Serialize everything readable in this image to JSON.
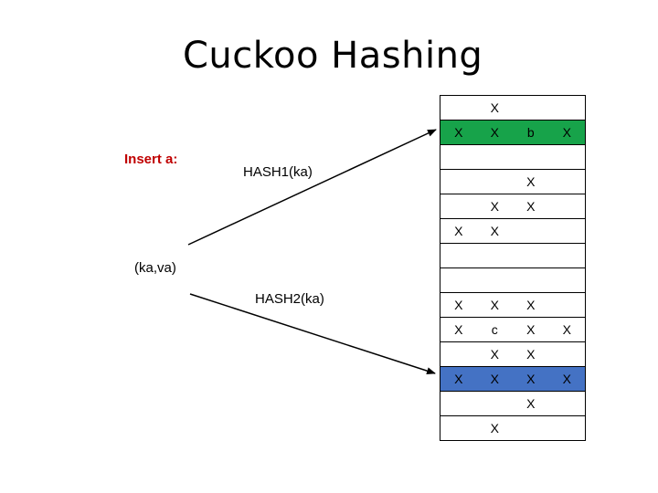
{
  "title": "Cuckoo Hashing",
  "insert_label": "Insert a:",
  "pair_label": "(ka,va)",
  "hash1_label": "HASH1(ka)",
  "hash2_label": "HASH2(ka)",
  "colors": {
    "hash1_row": "#17a34a",
    "hash2_row": "#4472c4"
  },
  "table_rows": [
    {
      "cells": [
        "",
        "X",
        "",
        ""
      ]
    },
    {
      "cells": [
        "X",
        "X",
        "b",
        "X"
      ],
      "highlight": "green"
    },
    {
      "cells": [
        "",
        "",
        "",
        ""
      ]
    },
    {
      "cells": [
        "",
        "",
        "X",
        ""
      ]
    },
    {
      "cells": [
        "",
        "X",
        "X",
        ""
      ]
    },
    {
      "cells": [
        "X",
        "X",
        "",
        ""
      ]
    },
    {
      "cells": [
        "",
        "",
        "",
        ""
      ]
    },
    {
      "cells": [
        "",
        "",
        "",
        ""
      ]
    },
    {
      "cells": [
        "X",
        "X",
        "X",
        ""
      ]
    },
    {
      "cells": [
        "X",
        "c",
        "X",
        "X"
      ]
    },
    {
      "cells": [
        "",
        "X",
        "X",
        ""
      ]
    },
    {
      "cells": [
        "X",
        "X",
        "X",
        "X"
      ],
      "highlight": "blue"
    },
    {
      "cells": [
        "",
        "",
        "X",
        ""
      ]
    },
    {
      "cells": [
        "",
        "X",
        "",
        ""
      ]
    }
  ]
}
